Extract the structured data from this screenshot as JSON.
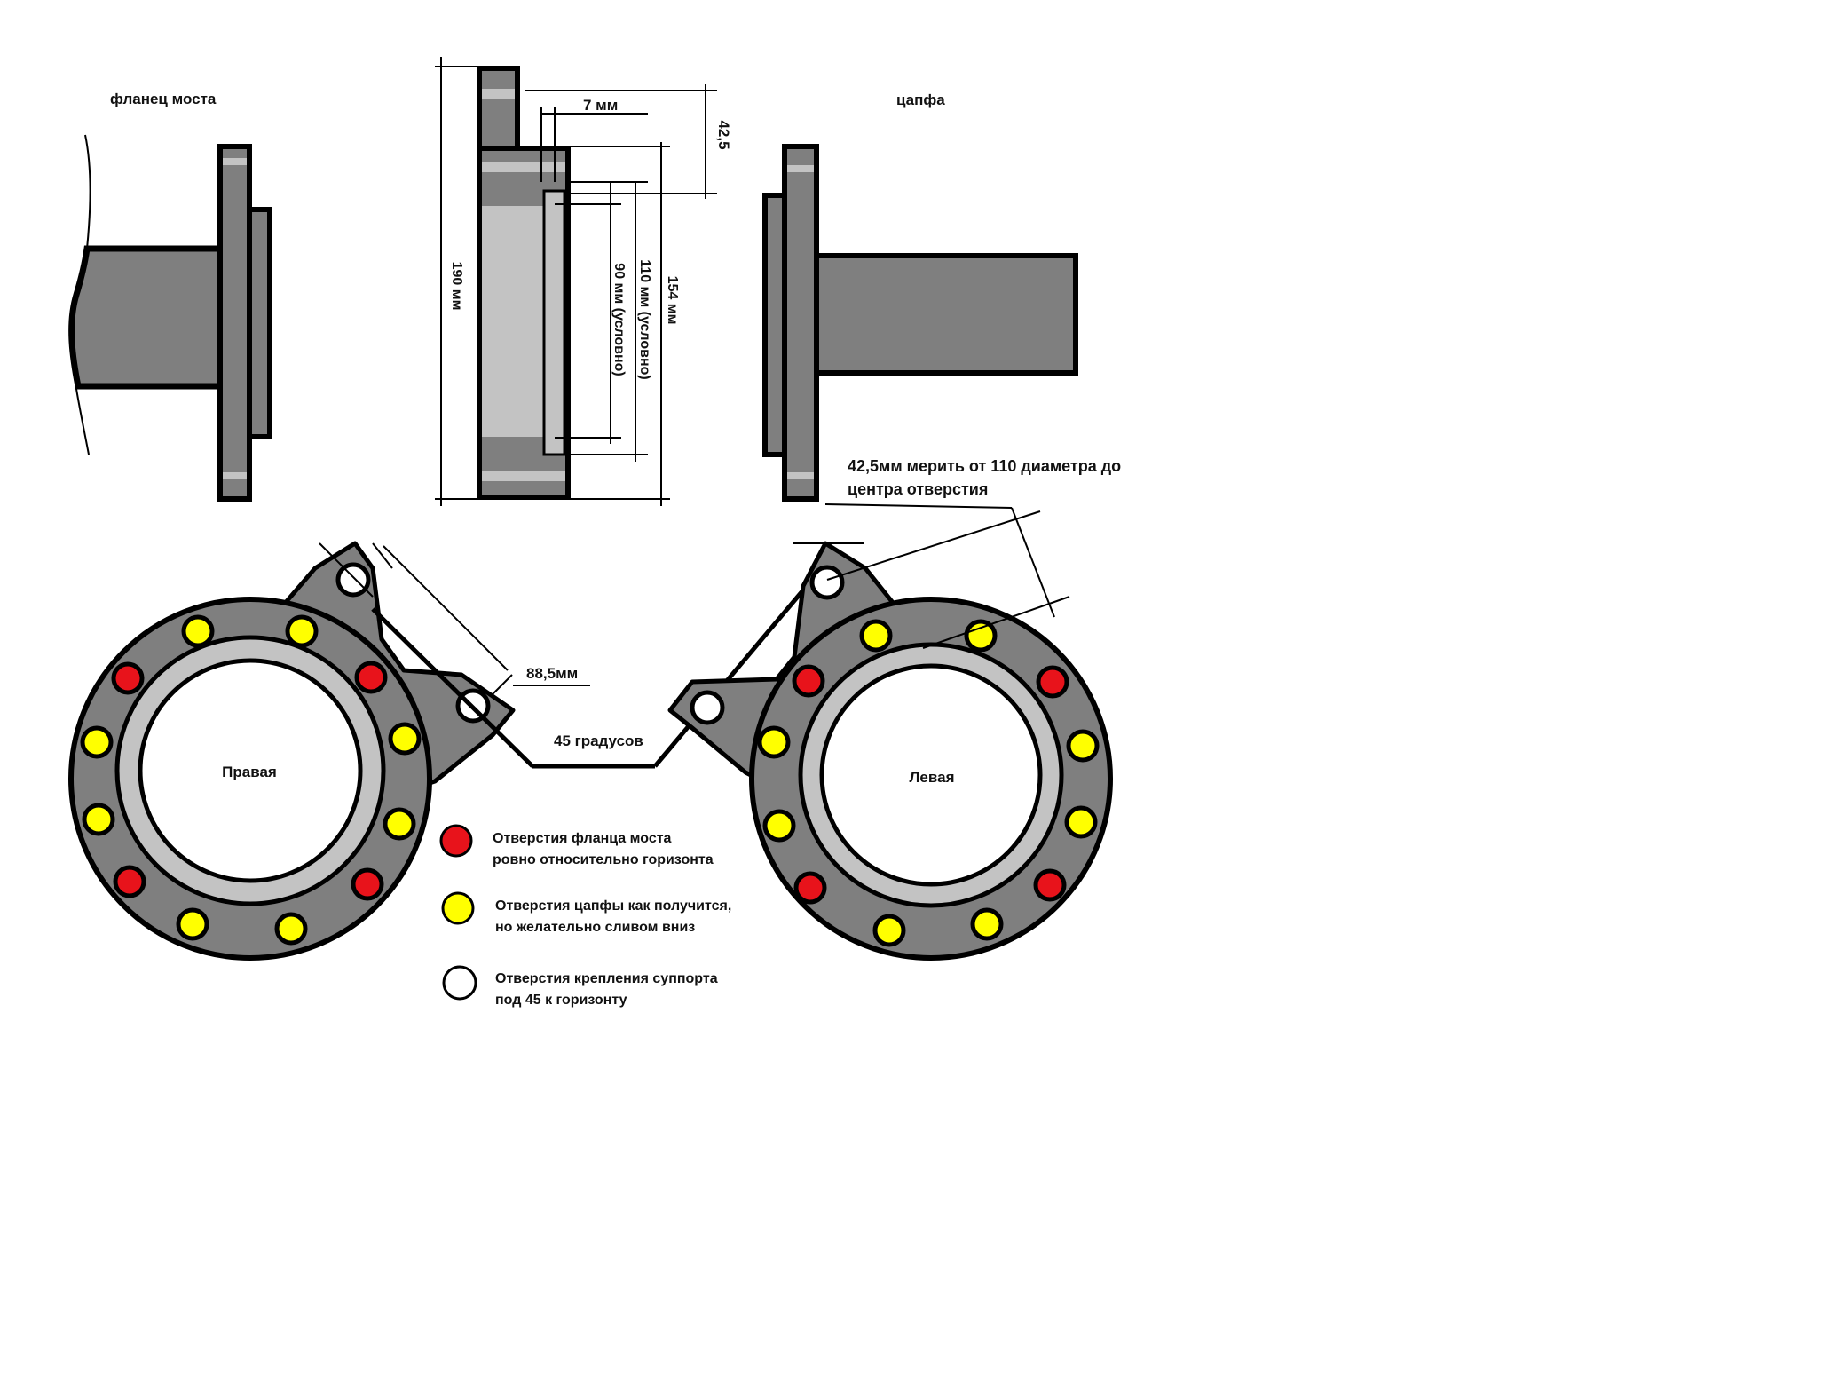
{
  "views": {
    "flange_title": "фланец моста",
    "trunnion_title": "цапфа"
  },
  "section_dimensions": {
    "d_42_5": "42,5",
    "d_7": "7 мм",
    "d_190": "190 мм",
    "d_90": "90 мм (условно)",
    "d_110": "110 мм (условно)",
    "d_154": "154 мм"
  },
  "bottom": {
    "note_line1": "42,5мм мерить от 110 диаметра до",
    "note_line2": "центра отверстия",
    "d_88_5": "88,5мм",
    "angle_label": "45 градусов",
    "right_wheel_label": "Правая",
    "left_wheel_label": "Левая"
  },
  "legend": [
    {
      "color": "#e8131b",
      "line1": "Отверстия фланца моста",
      "line2": "ровно относительно горизонта"
    },
    {
      "color": "#ffff00",
      "line1": "Отверстия цапфы как получится,",
      "line2": "но желательно сливом вниз"
    },
    {
      "color": "#ffffff",
      "line1": "Отверстия крепления суппорта",
      "line2": "под 45 к горизонту"
    }
  ],
  "colors": {
    "body": "#7f7f7f",
    "light": "#c3c3c3",
    "bridge_hole": "#e8131b",
    "trunnion_hole": "#ffff00",
    "caliper_hole": "#ffffff",
    "outline": "#000000"
  }
}
